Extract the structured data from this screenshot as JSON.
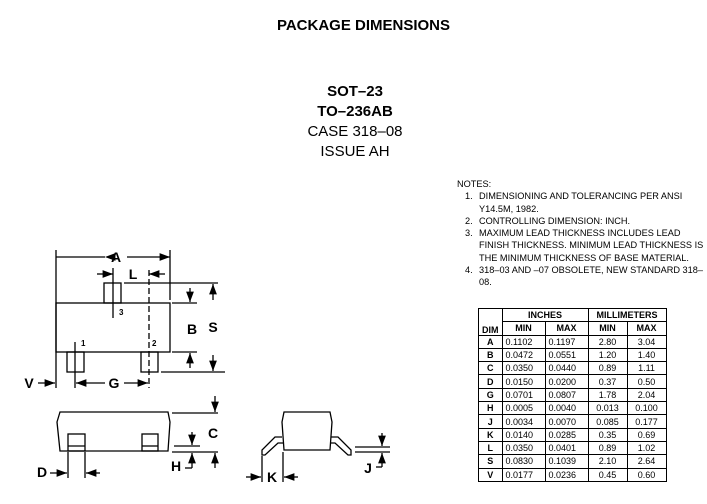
{
  "title": "PACKAGE DIMENSIONS",
  "package": {
    "line1": "SOT–23",
    "line2": "TO–236AB",
    "line3": "CASE 318–08",
    "line4": "ISSUE AH"
  },
  "notes": {
    "heading": "NOTES:",
    "items": [
      {
        "num": "1.",
        "text": "DIMENSIONING AND TOLERANCING PER ANSI Y14.5M, 1982."
      },
      {
        "num": "2.",
        "text": "CONTROLLING DIMENSION: INCH."
      },
      {
        "num": "3.",
        "text": "MAXIMUM LEAD THICKNESS INCLUDES LEAD FINISH THICKNESS. MINIMUM LEAD THICKNESS IS THE MINIMUM THICKNESS OF BASE MATERIAL."
      },
      {
        "num": "4.",
        "text": "318–03 AND –07 OBSOLETE, NEW STANDARD 318–08."
      }
    ]
  },
  "table": {
    "group_inches": "INCHES",
    "group_mm": "MILLIMETERS",
    "col_dim": "DIM",
    "col_min": "MIN",
    "col_max": "MAX",
    "rows": [
      [
        "A",
        "0.1102",
        "0.1197",
        "2.80",
        "3.04"
      ],
      [
        "B",
        "0.0472",
        "0.0551",
        "1.20",
        "1.40"
      ],
      [
        "C",
        "0.0350",
        "0.0440",
        "0.89",
        "1.11"
      ],
      [
        "D",
        "0.0150",
        "0.0200",
        "0.37",
        "0.50"
      ],
      [
        "G",
        "0.0701",
        "0.0807",
        "1.78",
        "2.04"
      ],
      [
        "H",
        "0.0005",
        "0.0040",
        "0.013",
        "0.100"
      ],
      [
        "J",
        "0.0034",
        "0.0070",
        "0.085",
        "0.177"
      ],
      [
        "K",
        "0.0140",
        "0.0285",
        "0.35",
        "0.69"
      ],
      [
        "L",
        "0.0350",
        "0.0401",
        "0.89",
        "1.02"
      ],
      [
        "S",
        "0.0830",
        "0.1039",
        "2.10",
        "2.64"
      ],
      [
        "V",
        "0.0177",
        "0.0236",
        "0.45",
        "0.60"
      ]
    ]
  },
  "drawing": {
    "dim_labels": {
      "A": "A",
      "L": "L",
      "B": "B",
      "S": "S",
      "V": "V",
      "G": "G",
      "C": "C",
      "D": "D",
      "H": "H",
      "K": "K",
      "J": "J"
    },
    "pin_labels": {
      "p1": "1",
      "p2": "2",
      "p3": "3"
    }
  }
}
